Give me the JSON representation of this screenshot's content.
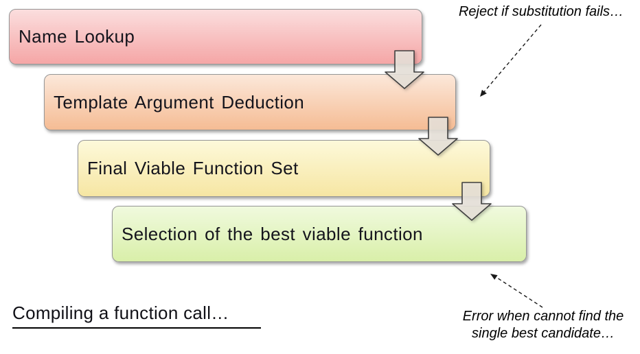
{
  "diagram": {
    "boxes": [
      {
        "label": "Name Lookup",
        "color_top": "#fbdede",
        "color_bottom": "#f5a6a6"
      },
      {
        "label": "Template Argument Deduction",
        "color_top": "#fce8da",
        "color_bottom": "#f5bc94"
      },
      {
        "label": "Final Viable Function Set",
        "color_top": "#fdf9da",
        "color_bottom": "#f6e6a3"
      },
      {
        "label": "Selection of the best viable function",
        "color_top": "#f0fade",
        "color_bottom": "#d9efa9"
      }
    ],
    "annotations": {
      "reject_note": "Reject if substitution fails…",
      "error_note_line1": "Error when cannot find the",
      "error_note_line2": "single best candidate…"
    },
    "caption": "Compiling a function call…",
    "colors": {
      "block_arrow_fill": "#eae5dd",
      "block_arrow_stroke": "#3f3f3f",
      "connector_stroke": "#1a1a1a",
      "box_border": "#969696",
      "box_text": "#14141c"
    }
  }
}
